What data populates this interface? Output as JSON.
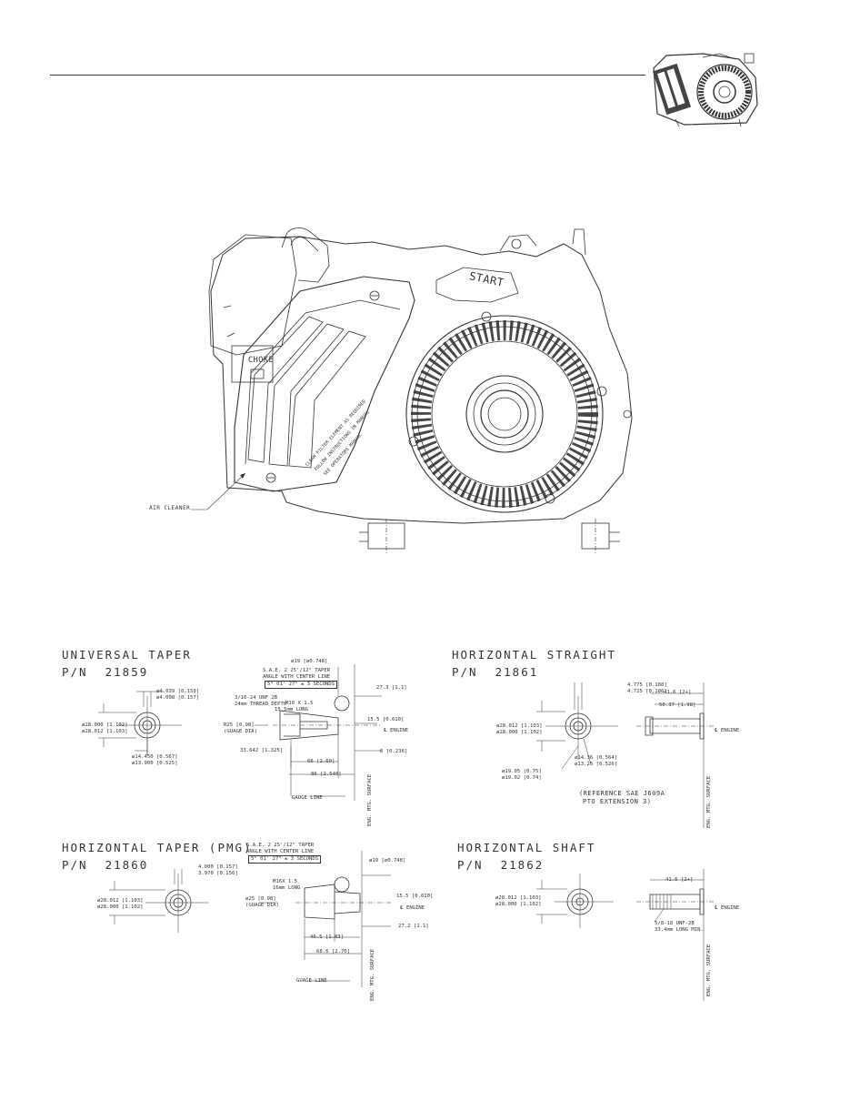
{
  "engine_labels": {
    "start": "START",
    "choke": "CHOKE",
    "air_cleaner": "AIR CLEANER",
    "filter_text": [
      "CLEAN FILTER ELEMENT AS REQUIRED",
      "FOLLOW INSTRUCTIONS IN MANUAL",
      "SEE OPERATORS MANUAL"
    ]
  },
  "sections": {
    "universal": {
      "title": "UNIVERSAL TAPER",
      "pn": "P/N  21859",
      "dims": {
        "key1": "ø4.039 [0.159]",
        "key2": "ø4.008 [0.157]",
        "dia1": "ø28.000 [1.102]",
        "dia2": "ø28.012 [1.103]",
        "od1": "ø14.450 [0.567]",
        "od2": "ø13.900 [0.525]",
        "taper1": "S.A.E. 2 25'/12\" TAPER",
        "taper2": "ANGLE WITH CENTER LINE",
        "taper3": "5° 01' 27\"  ± 3 SECONDS",
        "thread1": "3/16-24 UNF 2B",
        "thread2": "24mm THREAD DEPTH",
        "m10a": "M10 X 1.5",
        "m10b": "15.5mm LONG",
        "gauge1": "R25 [0.98]",
        "gauge2": "(GUAGE DIA)",
        "tip": "ø19 [ø0.748]",
        "r1": "27.3 [1.1]",
        "r2": "15.5 [0.610]",
        "r3": "6 [0.236]",
        "l1": "33.642 [1.325]",
        "l2": "66 [2.60]",
        "l3": "86 [2.540]",
        "engine": "℄ ENGINE",
        "gauge_line": "GAUGE LINE",
        "mtg": "ENG. MTG. SURFACE"
      }
    },
    "h_straight": {
      "title": "HORIZONTAL STRAIGHT",
      "pn": "P/N  21861",
      "dims": {
        "k1": "4.775 [0.188]",
        "k2": "4.725 [0.186]",
        "d1": "ø28.012 [1.103]",
        "d2": "ø28.000 [1.102]",
        "len": "41.6 [2+]",
        "key_len": "50.37 [1.98]",
        "b1": "ø14.36 [0.564]",
        "b2": "ø13.25 [0.526]",
        "c1": "ø19.05 [0.75]",
        "c2": "ø19.02 [0.74]",
        "ref1": "(REFERENCE SAE J609A",
        "ref2": "PTO EXTENSION 3)",
        "engine": "℄ ENGINE",
        "mtg": "ENG. MTG. SURFACE"
      }
    },
    "h_taper": {
      "title": "HORIZONTAL TAPER (PMG)",
      "pn": "P/N  21860",
      "dims": {
        "k1": "4.000 [0.157]",
        "k2": "3.970 [0.156]",
        "d1": "ø28.012 [1.103]",
        "d2": "ø28.000 [1.102]",
        "taper1": "S.A.E. 2 25'/12\" TAPER",
        "taper2": "ANGLE WITH CENTER LINE",
        "taper3": "5° 01' 27\"  ± 3 SECONDS",
        "m16a": "M16X 1.5",
        "m16b": "16mm LONG",
        "gauge1": "ø25 [0.98]",
        "gauge2": "(GUAGE DIA)",
        "tip": "ø19 [ø0.748]",
        "r1": "15.5 [0.610]",
        "r2": "27.2 [1.1]",
        "l1": "46.5 [1.83]",
        "l2": "68.6 [2.70]",
        "engine": "℄ ENGINE",
        "gauge_line": "GUAGE LINE",
        "mtg": "ENG. MTG. SURFACE"
      }
    },
    "h_shaft": {
      "title": "HORIZONTAL SHAFT",
      "pn": "P/N  21862",
      "dims": {
        "d1": "ø28.012 [1.103]",
        "d2": "ø28.000 [1.102]",
        "len": "41.6 [2+]",
        "t1": "5/8-18 UNF-2B",
        "t2": "33.4mm LONG MIN.",
        "engine": "℄ ENGINE",
        "mtg": "ENG. MTG. SURFACE"
      }
    }
  }
}
